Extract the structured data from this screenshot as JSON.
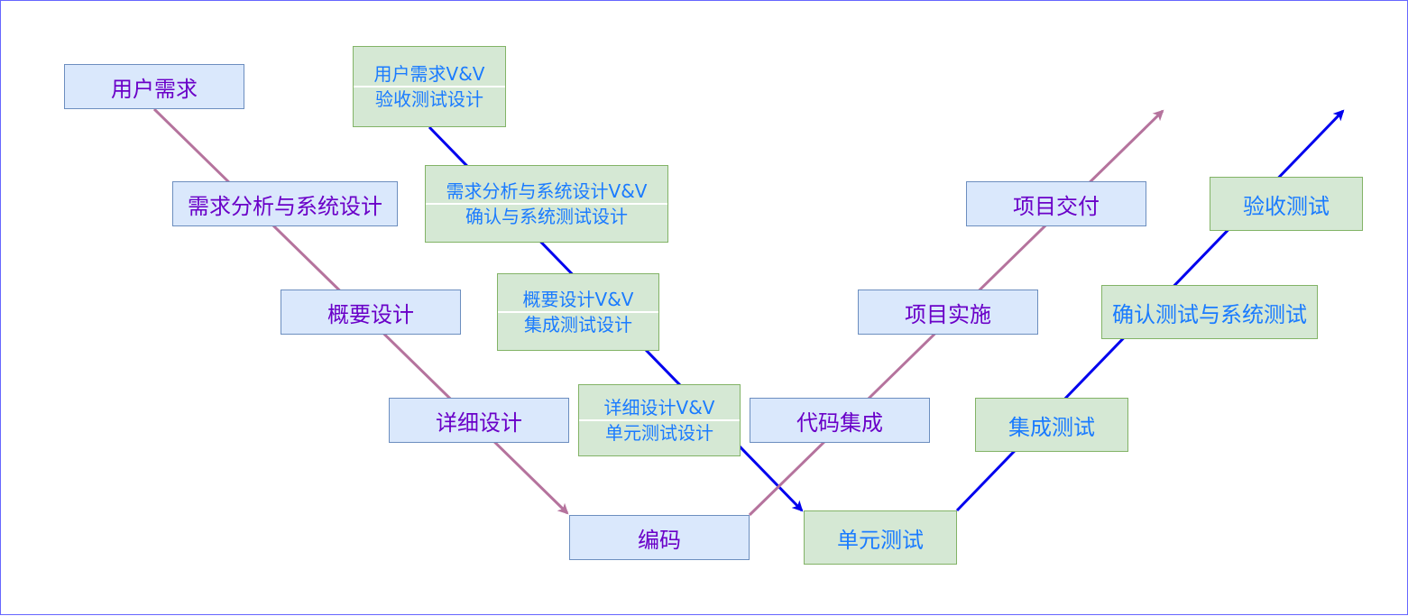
{
  "colors": {
    "left_line": "#b5739d",
    "right_line": "#0000ee",
    "left_text": "#6a00c8",
    "right_text": "#1a7bff"
  },
  "left_branch": {
    "user_requirements": "用户需求",
    "requirement_analysis": "需求分析与系统设计",
    "outline_design": "概要设计",
    "detail_design": "详细设计",
    "coding": "编码"
  },
  "implementation_branch": {
    "code_integration": "代码集成",
    "project_implementation": "项目实施",
    "project_delivery": "项目交付"
  },
  "vv_branch": {
    "user_requirements_vv": [
      "用户需求V&V",
      "验收测试设计"
    ],
    "requirement_analysis_vv": [
      "需求分析与系统设计V&V",
      "确认与系统测试设计"
    ],
    "outline_design_vv": [
      "概要设计V&V",
      "集成测试设计"
    ],
    "detail_design_vv": [
      "详细设计V&V",
      "单元测试设计"
    ]
  },
  "test_branch": {
    "unit_test": "单元测试",
    "integration_test": "集成测试",
    "validation_system_test": "确认测试与系统测试",
    "acceptance_test": "验收测试"
  }
}
